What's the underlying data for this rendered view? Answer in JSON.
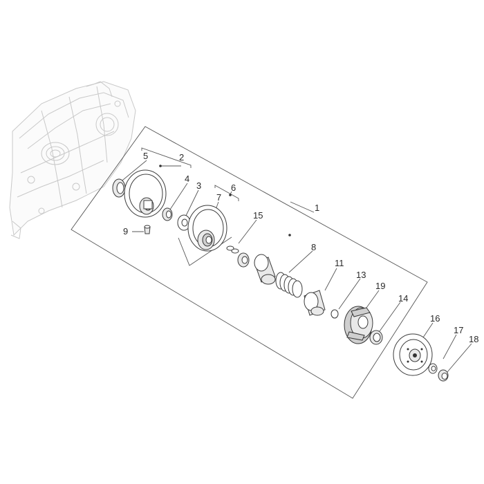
{
  "diagram": {
    "callouts": [
      {
        "id": "1",
        "text": "1"
      },
      {
        "id": "2",
        "text": "2"
      },
      {
        "id": "3",
        "text": "3"
      },
      {
        "id": "4",
        "text": "4"
      },
      {
        "id": "5",
        "text": "5"
      },
      {
        "id": "6",
        "text": "6"
      },
      {
        "id": "7",
        "text": "7"
      },
      {
        "id": "8",
        "text": "8"
      },
      {
        "id": "9",
        "text": "9"
      },
      {
        "id": "11",
        "text": "11"
      },
      {
        "id": "13",
        "text": "13"
      },
      {
        "id": "14",
        "text": "14"
      },
      {
        "id": "15",
        "text": "15"
      },
      {
        "id": "16",
        "text": "16"
      },
      {
        "id": "17",
        "text": "17"
      },
      {
        "id": "18",
        "text": "18"
      },
      {
        "id": "19",
        "text": "19"
      }
    ],
    "colors": {
      "line": "#555555",
      "part_fill": "#e9e9e9",
      "ghost": "#c8c8c8"
    }
  }
}
